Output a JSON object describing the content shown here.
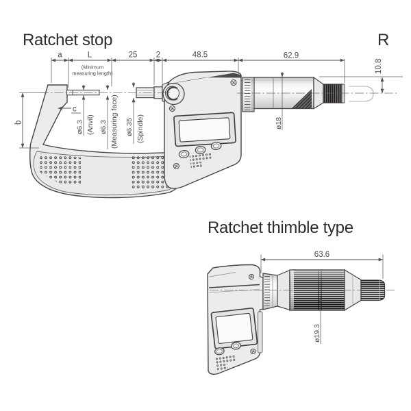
{
  "top_figure": {
    "title": "Ratchet stop",
    "cut_off_title": "R",
    "dimensions": {
      "a": "a",
      "L": "L",
      "min_note_line1": "(Minimum",
      "min_note_line2": "measuring length)",
      "spindle_length": "25",
      "step": "2",
      "body_width": "48.5",
      "thimble_length": "62.9",
      "ratchet_height": "10.8",
      "b": "b",
      "c": "c",
      "anvil_diameter": "ø6.3",
      "anvil_name": "(Anvil)",
      "measuring_face_diameter": "ø6.3",
      "measuring_face_name": "(Measuring face)",
      "spindle_diameter": "ø6.35",
      "spindle_name": "(Spindle)",
      "thimble_diameter": "ø18"
    }
  },
  "bottom_figure": {
    "title": "Ratchet thimble type",
    "dimensions": {
      "thimble_length": "63.6",
      "thimble_diameter": "ø19.3"
    }
  },
  "colors": {
    "outline": "#454545",
    "body_fill": "#ececea",
    "knurl_dark": "#1d1d1d",
    "dimension_line": "#4f4f4f",
    "text": "#474747"
  }
}
